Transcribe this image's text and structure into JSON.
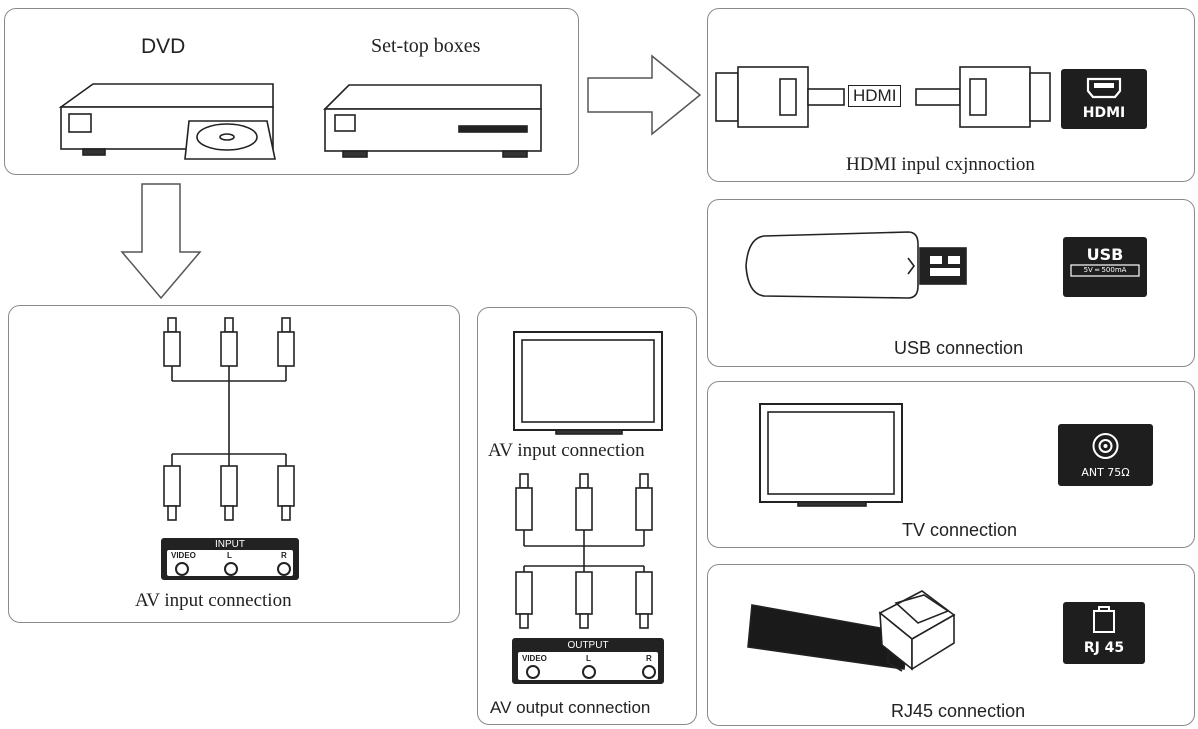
{
  "sources": {
    "dvd_label": "DVD",
    "stb_label": "Set-top boxes"
  },
  "hdmi": {
    "cable_label": "HDMI",
    "badge_label": "HDMI",
    "caption": "HDMI inpul cxjnnoction",
    "badge_icon": "hdmi-port-icon"
  },
  "usb": {
    "badge_label": "USB",
    "badge_sublabel": "5V ═ 500mA",
    "caption": "USB connection",
    "badge_icon": "usb-port-icon"
  },
  "tv": {
    "badge_label": "ANT 75Ω",
    "caption": "TV connection",
    "badge_icon": "coax-port-icon"
  },
  "rj45": {
    "badge_label": "RJ 45",
    "caption": "RJ45 connection",
    "badge_icon": "ethernet-port-icon"
  },
  "av_input": {
    "panel_label": "INPUT",
    "video_label": "VIDEO",
    "l_label": "L",
    "r_label": "R",
    "caption": "AV input connection"
  },
  "av_output": {
    "top_caption": "AV input connection",
    "panel_label": "OUTPUT",
    "video_label": "VIDEO",
    "l_label": "L",
    "r_label": "R",
    "caption": "AV output connection"
  },
  "colors": {
    "panel_border": "#8a8a8a",
    "badge_bg": "#1e1e1e",
    "line": "#222222"
  }
}
